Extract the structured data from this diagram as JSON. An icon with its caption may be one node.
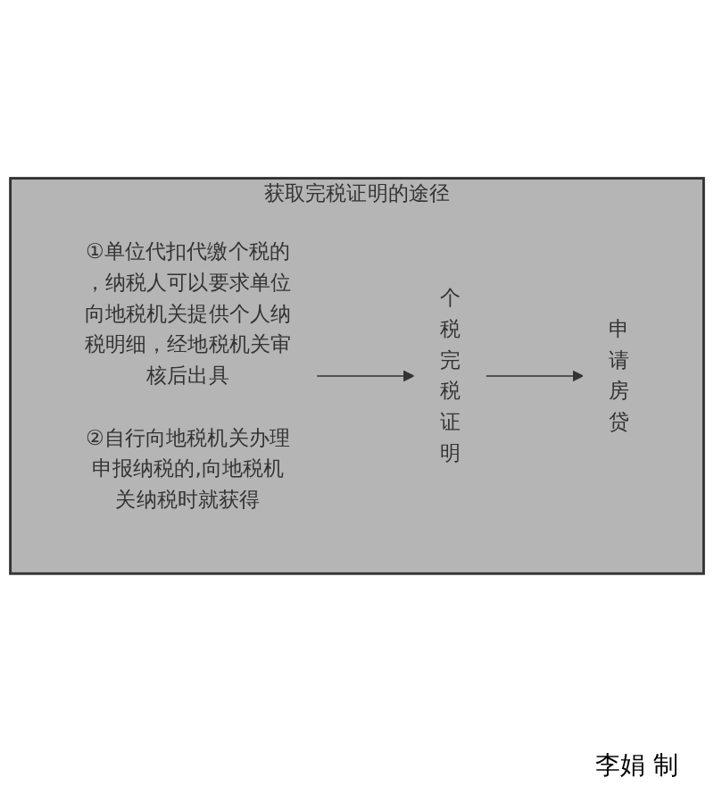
{
  "diagram": {
    "nodes": [
      {
        "text": [
          "获取完税证明的途径"
        ]
      },
      {
        "text": [
          "①单位代扣代缴个税的，纳税人可以要求单位向地税机关提供个人纳税明细，经地税机关审核后出具",
          "②自行向地税机关办理申报纳税的,向地税机关纳税时就获得"
        ],
        "in": 0
      },
      {
        "text": [
          "个税完税证明"
        ],
        "in": 0
      },
      {
        "text": [
          "申请房贷"
        ],
        "in": 0
      }
    ],
    "edges": [
      {
        "from": 1,
        "to": 2,
        "arrow": "to"
      },
      {
        "from": 2,
        "to": 3,
        "arrow": "to"
      }
    ],
    "labels": [
      "李娟 制"
    ]
  }
}
